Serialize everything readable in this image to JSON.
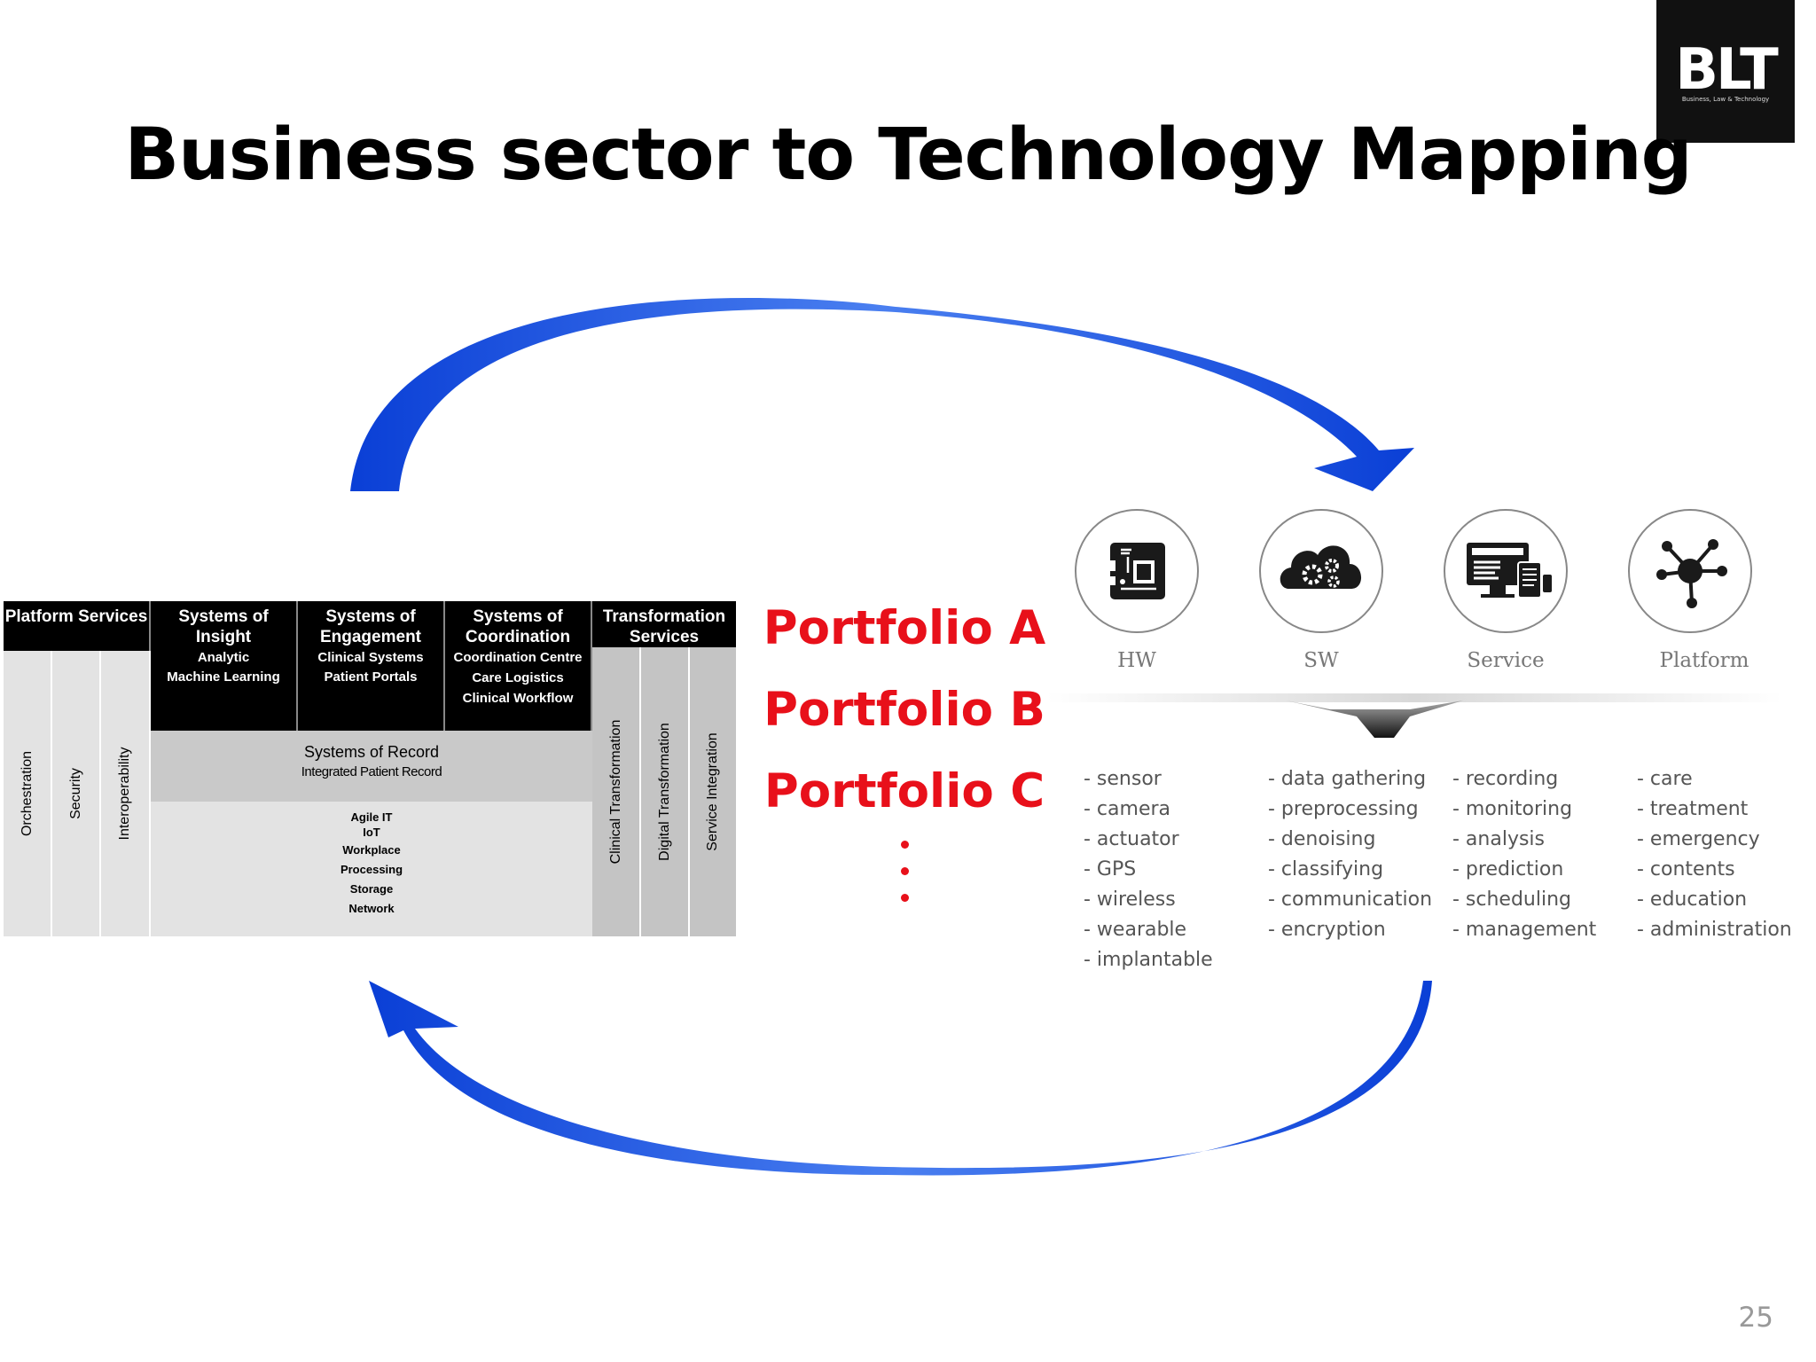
{
  "title": "Business sector to Technology Mapping",
  "logo": {
    "text": "BLT",
    "tagline": "Business, Law & Technology"
  },
  "page_number": "25",
  "colors": {
    "arrow": "#1148d8",
    "portfolio": "#e8101a"
  },
  "architecture": {
    "platform_services": "Platform Services",
    "insight": {
      "title": "Systems of Insight",
      "items": [
        "Analytic",
        "Machine Learning"
      ]
    },
    "engagement": {
      "title": "Systems of Engagement",
      "items": [
        "Clinical Systems",
        "Patient Portals"
      ]
    },
    "coordination": {
      "title": "Systems of Coordination",
      "items": [
        "Coordination Centre",
        "Care Logistics",
        "Clinical Workflow"
      ]
    },
    "transformation_services": "Transformation Services",
    "left_columns": [
      "Orchestration",
      "Security",
      "Interoperability"
    ],
    "right_columns": [
      "Clinical Transformation",
      "Digital Transformation",
      "Service Integration"
    ],
    "record": {
      "title": "Systems of Record",
      "subtitle": "Integrated Patient Record"
    },
    "infrastructure": [
      "Agile IT",
      "IoT",
      "Workplace",
      "Processing",
      "Storage",
      "Network"
    ]
  },
  "portfolios": [
    "Portfolio A",
    "Portfolio B",
    "Portfolio C"
  ],
  "tech": [
    {
      "label": "HW",
      "icon": "circuit-board-icon",
      "items": [
        "- sensor",
        "- camera",
        "- actuator",
        "- GPS",
        "- wireless",
        "- wearable",
        "- implantable"
      ]
    },
    {
      "label": "SW",
      "icon": "cloud-gears-icon",
      "items": [
        "- data gathering",
        "- preprocessing",
        "- denoising",
        "- classifying",
        "- communication",
        "- encryption"
      ]
    },
    {
      "label": "Service",
      "icon": "devices-icon",
      "items": [
        "- recording",
        "- monitoring",
        "- analysis",
        "- prediction",
        "- scheduling",
        "- management"
      ]
    },
    {
      "label": "Platform",
      "icon": "network-hub-icon",
      "items": [
        "- care",
        "- treatment",
        "- emergency",
        "- contents",
        "- education",
        "- administration"
      ]
    }
  ]
}
